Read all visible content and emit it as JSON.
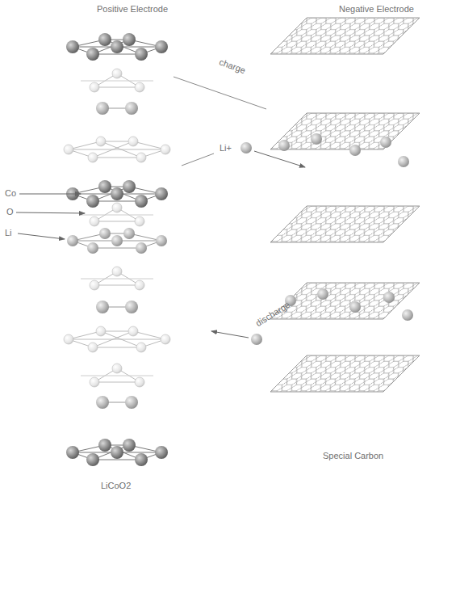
{
  "diagram": {
    "labels": [
      "Positive Electrode",
      "Negative Electrode",
      "charge",
      "Li+",
      "Co",
      "O",
      "Li",
      "discharge",
      "Special Carbon",
      "LiCoO2"
    ]
  }
}
